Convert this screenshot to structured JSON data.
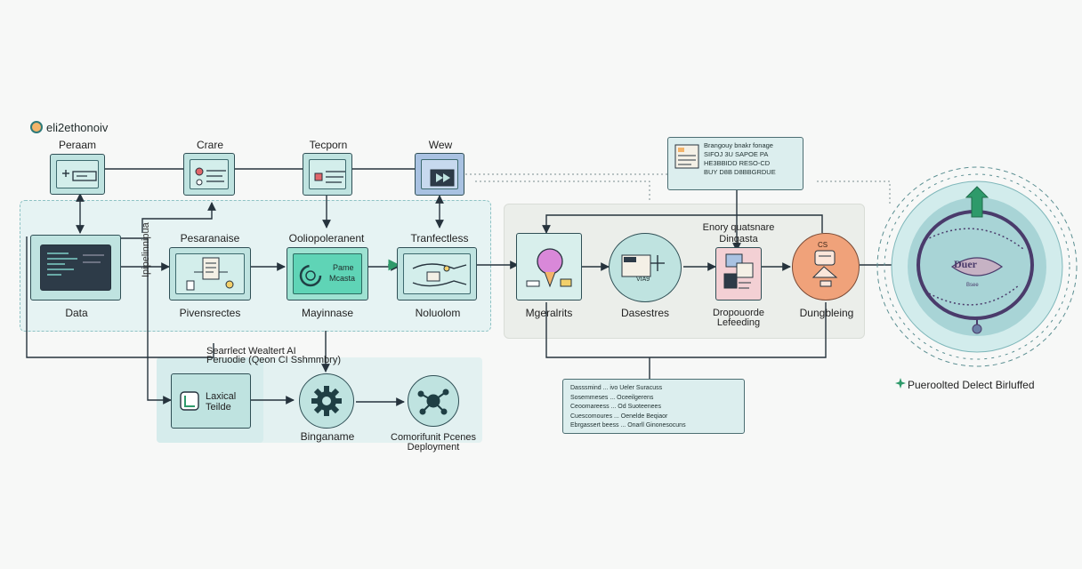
{
  "brand": {
    "title": "eli2ethonoiv"
  },
  "top_boxes": [
    "Peraam",
    "Crare",
    "Tecporn",
    "Wew"
  ],
  "pipeline": {
    "data_label": "Data",
    "stage1_title": "Pesaranaise",
    "stage1_label": "Pivensrectes",
    "stage2_title": "Ooliopoleranent",
    "stage2_inner_1": "Pame",
    "stage2_inner_2": "Mcasta",
    "stage2_label": "Mayinnase",
    "stage3_title": "Tranfectless",
    "stage3_label": "Noluolom",
    "vertical_text": "Ipipelinnipua"
  },
  "model": {
    "heading_1": "Enory quatsnare",
    "heading_2": "Dingasta",
    "node1_label": "Mgeralrits",
    "node2_label": "Dasestres",
    "node2_inner": "VIA9",
    "node3_label_1": "Dropouorde",
    "node3_label_2": "Lefeeding",
    "node4_label": "Dungbleing",
    "node4_tag": "CS"
  },
  "top_note": {
    "lines": [
      "Brangouy bnakr fonage",
      "SIFOJ 3U SAPOE PA",
      "HE3BBIDD RESO-CD",
      "BUY D8B D8BBGRDUE"
    ]
  },
  "bottom": {
    "caption_1": "Searrlect Wealtert AI",
    "caption_2": "Peruodie (Qeon CI Sshmmbry)",
    "lexical_1": "Laxical",
    "lexical_2": "Teilde",
    "gear1_label": "Binganame",
    "gear2_label_1": "Comorifunit Pcenes",
    "gear2_label_2": "Deployment"
  },
  "bottom_note": {
    "lines": [
      "Dasssmind ... ivo Ueler Suracuss",
      "Sosemmeses ... Oceeilgerens",
      "Ceoomareess ... Od Suoteenees",
      "Cuescomoures ... Oenelde Beqiaor",
      "Ebrgassert beess ... Onarll Ginonesocuns"
    ]
  },
  "output": {
    "orb_text": "Duer",
    "orb_sub": "Bsee",
    "caption": "Pueroolted Delect Birluffed"
  },
  "colors": {
    "teal": "#bfe3e0",
    "dark": "#2f4f55",
    "purple": "#4a3b6b",
    "orange": "#f0a27a",
    "green": "#2e9a6a"
  }
}
